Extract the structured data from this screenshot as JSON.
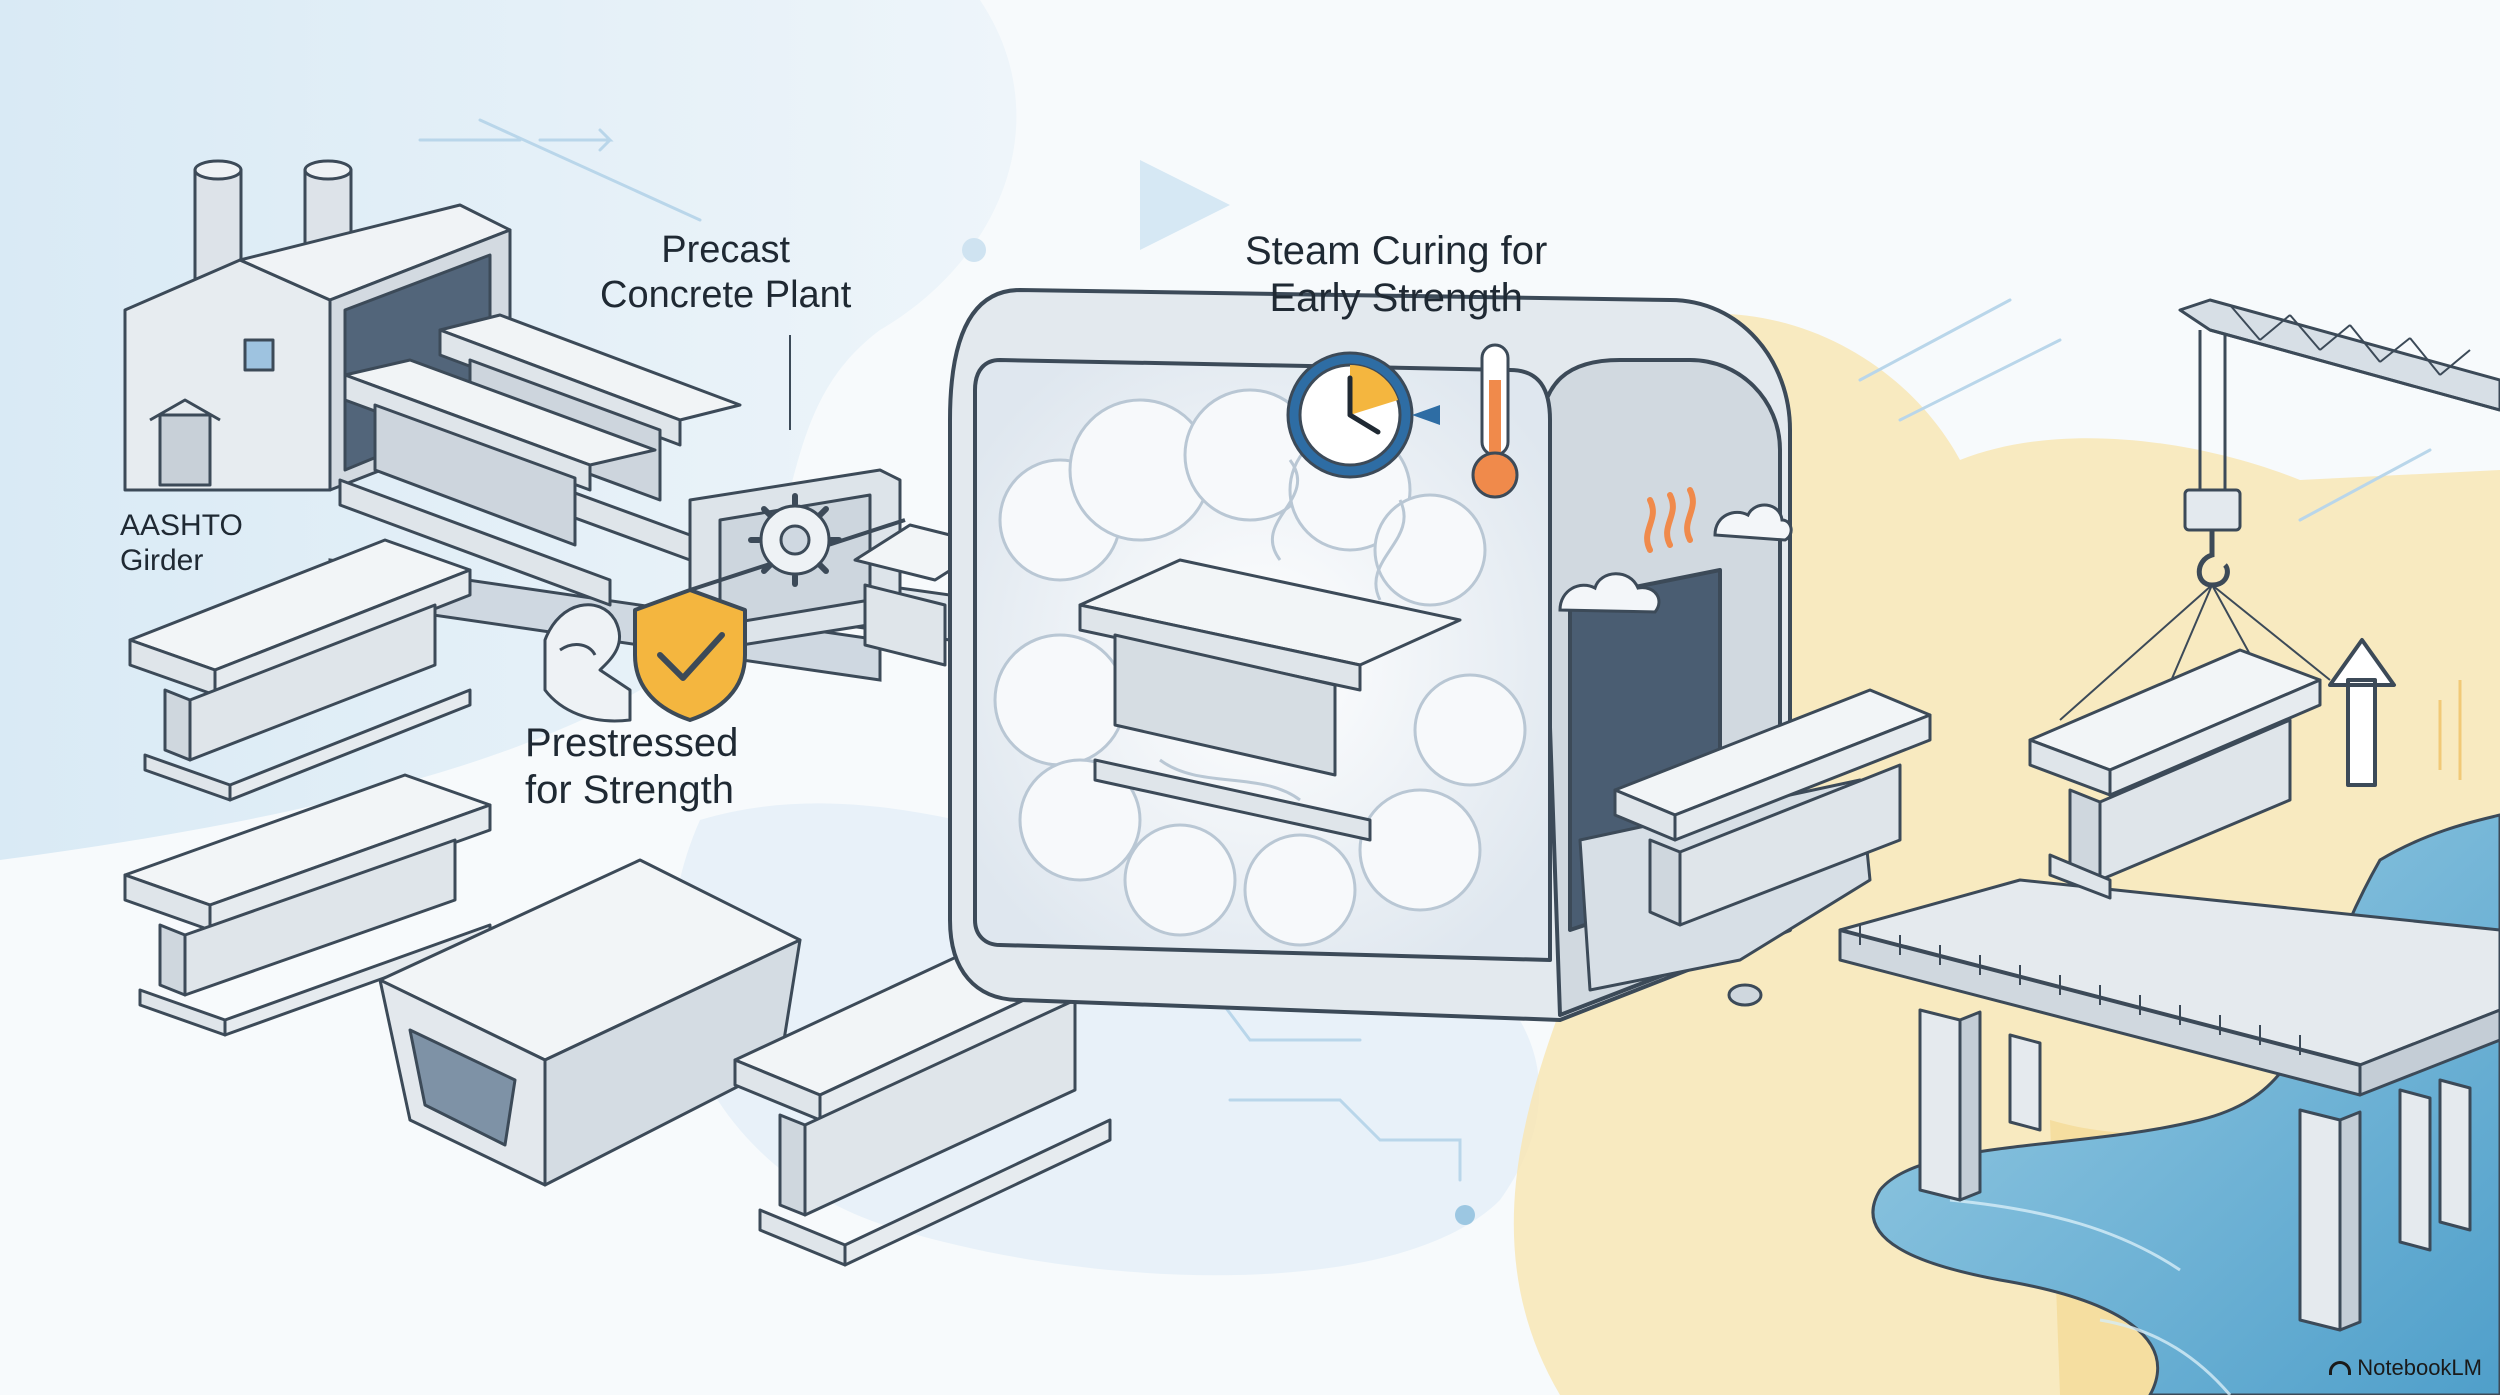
{
  "labels": {
    "precast_line1": "Precast",
    "precast_line2": "Concrete Plant",
    "steam_line1": "Steam Curing for",
    "steam_line2": "Early Strength",
    "aashto_line1": "AASHTO",
    "aashto_line2": "Girder",
    "prestressed_line1": "Prestressed",
    "prestressed_line2": "for Strength"
  },
  "watermark": "NotebookLM",
  "icons": [
    "factory-icon",
    "gear-icon",
    "flexed-arm-icon",
    "shield-check-icon",
    "clock-icon",
    "thermometer-icon",
    "heat-waves-icon",
    "cloud-icon",
    "crane-hook-icon",
    "up-arrow-icon"
  ],
  "colors": {
    "concrete": "#e6eaee",
    "outline": "#3c4a58",
    "sky_blue": "#cfe5f3",
    "sand": "#f6dfa2",
    "water": "#7fbedb",
    "accent_orange": "#f08a4b",
    "shield_gold": "#f4b63f",
    "clock_blue": "#2e6da4"
  }
}
